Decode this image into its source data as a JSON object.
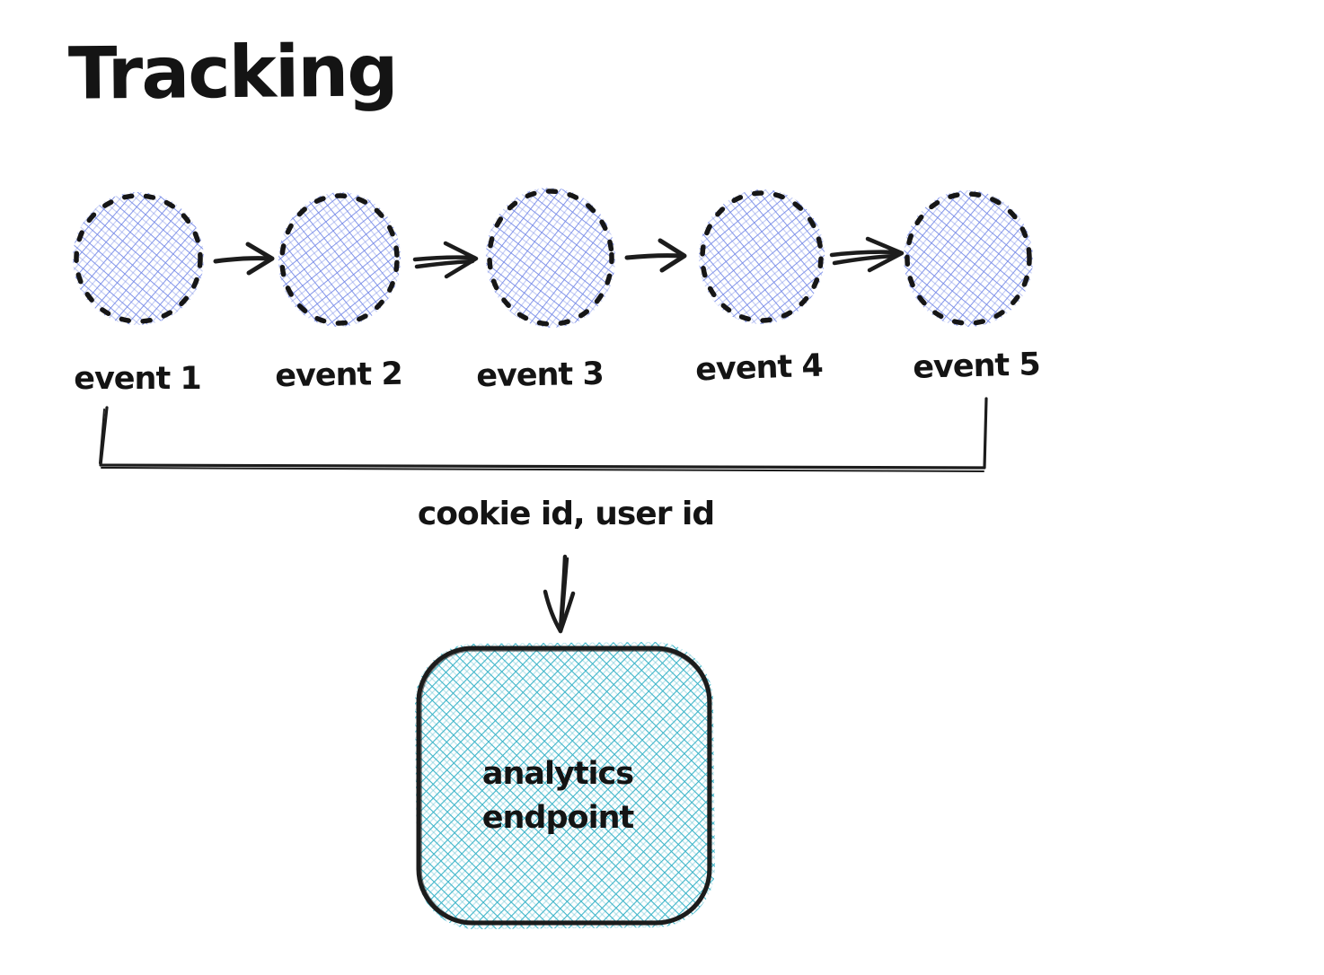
{
  "title": "Tracking",
  "events": [
    {
      "label": "event 1"
    },
    {
      "label": "event 2"
    },
    {
      "label": "event 3"
    },
    {
      "label": "event 4"
    },
    {
      "label": "event 5"
    }
  ],
  "bracket": {
    "label": "cookie id, user id"
  },
  "endpoint": {
    "label": "analytics\nendpoint"
  },
  "colors": {
    "event_hatch": "#7589e7",
    "endpoint_hatch": "#3eb5c9",
    "ink": "#1c1c1c"
  }
}
